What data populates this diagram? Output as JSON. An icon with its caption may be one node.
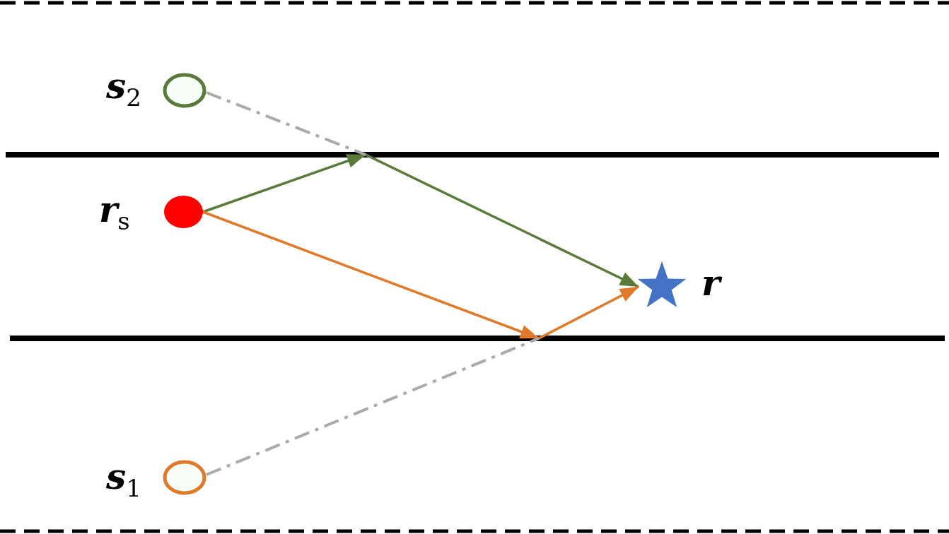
{
  "diagram": {
    "nodes": [
      {
        "text": [
          "s$_{2}$"
        ]
      },
      {
        "text": [
          "r$_{s}$"
        ]
      },
      {
        "text": [
          "r"
        ]
      },
      {
        "text": [
          "s$_{1}$"
        ]
      }
    ],
    "edges": [
      {
        "from": 1,
        "to": 2,
        "arrow": "to",
        "color": "#5a7a3a"
      },
      {
        "from": 1,
        "to": 2,
        "arrow": "to",
        "color": "#e07a2a"
      },
      {
        "from": 0,
        "to": null,
        "arrow": "none",
        "style": "dashed",
        "color": "#aaaaaa"
      },
      {
        "from": 3,
        "to": null,
        "arrow": "none",
        "style": "dashed",
        "color": "#aaaaaa"
      }
    ]
  }
}
